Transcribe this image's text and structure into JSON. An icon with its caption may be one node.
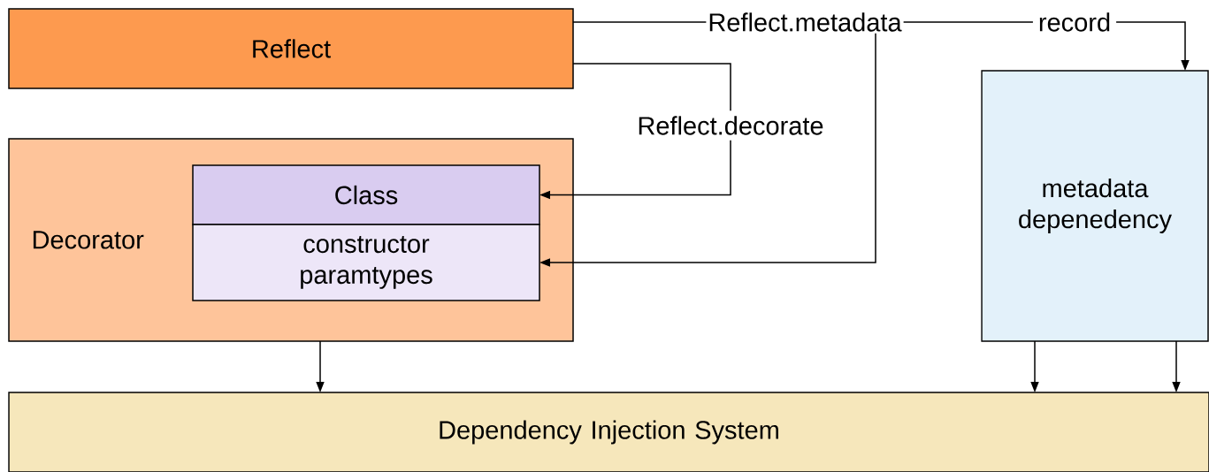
{
  "diagram": {
    "nodes": [
      {
        "text": [
          "Reflect"
        ]
      },
      {
        "text": [
          "Reflect.metadata"
        ]
      },
      {
        "text": [
          "Decorator"
        ]
      },
      {
        "text": [
          "Class"
        ],
        "in": 2
      },
      {
        "text": [
          "constructor paramtypes"
        ],
        "in": 2
      },
      {
        "text": [
          "metadata depenedency"
        ]
      },
      {
        "text": [
          "Dependency Injection System"
        ]
      }
    ],
    "edges": [
      {
        "from": 0,
        "to": 1,
        "arrow": "none"
      },
      {
        "from": 1,
        "to": 5,
        "arrow": "to",
        "label": "record"
      },
      {
        "from": 0,
        "to": 3,
        "arrow": "to",
        "label": "Reflect.decorate"
      },
      {
        "from": 1,
        "to": 4,
        "arrow": "to"
      },
      {
        "from": 2,
        "to": 6,
        "arrow": "to"
      },
      {
        "from": 5,
        "to": 6,
        "arrow": "to"
      },
      {
        "from": 5,
        "to": 6,
        "arrow": "to"
      }
    ]
  }
}
